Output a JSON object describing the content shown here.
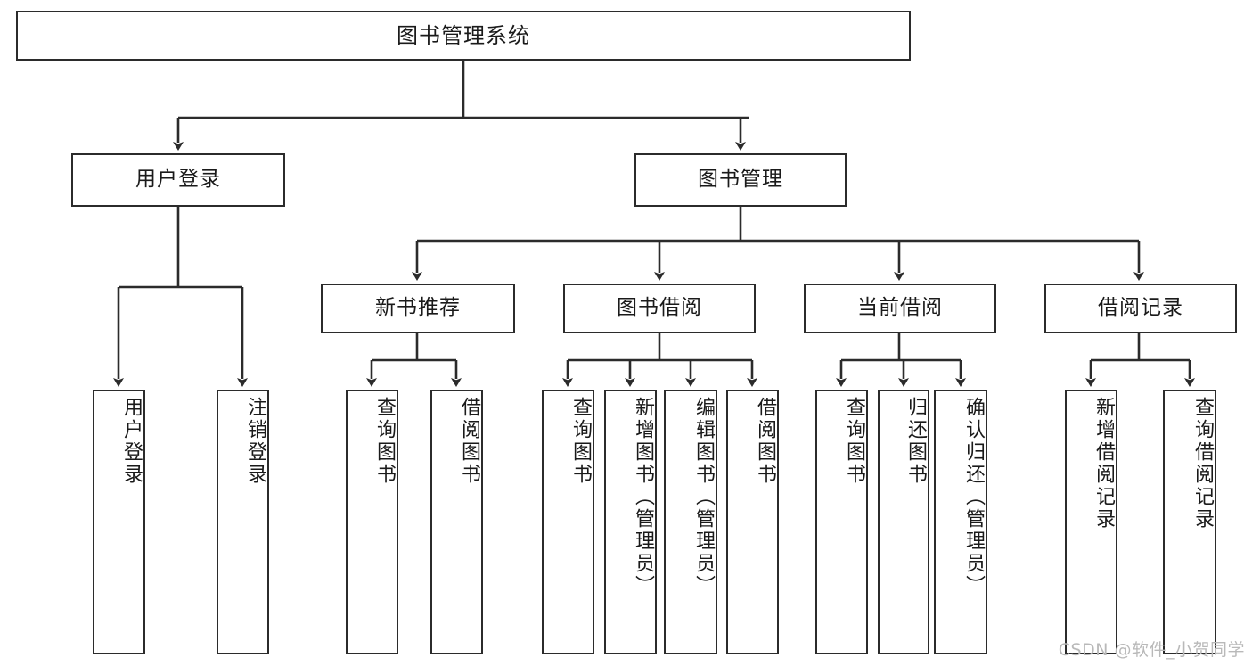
{
  "diagram": {
    "title": "图书管理系统",
    "root": {
      "label": "图书管理系统"
    },
    "level2": [
      {
        "label": "用户登录"
      },
      {
        "label": "图书管理"
      }
    ],
    "level3": [
      {
        "label": "新书推荐"
      },
      {
        "label": "图书借阅"
      },
      {
        "label": "当前借阅"
      },
      {
        "label": "借阅记录"
      }
    ],
    "leaves": {
      "user_login": [
        {
          "label": "用户登录"
        },
        {
          "label": "注销登录"
        }
      ],
      "new_book_recommend": [
        {
          "label": "查询图书"
        },
        {
          "label": "借阅图书"
        }
      ],
      "book_borrow": [
        {
          "label": "查询图书"
        },
        {
          "label": "新增图书（管理员）"
        },
        {
          "label": "编辑图书（管理员）"
        },
        {
          "label": "借阅图书"
        }
      ],
      "current_borrow": [
        {
          "label": "查询图书"
        },
        {
          "label": "归还图书"
        },
        {
          "label": "确认归还（管理员）"
        }
      ],
      "borrow_record": [
        {
          "label": "新增借阅记录"
        },
        {
          "label": "查询借阅记录"
        }
      ]
    }
  },
  "watermark": {
    "text": "CSDN @软件_小贺同学"
  },
  "colors": {
    "stroke": "#2b2b2b",
    "fill": "#ffffff",
    "text": "#1a1a1a",
    "watermark": "#b9b9b9"
  }
}
